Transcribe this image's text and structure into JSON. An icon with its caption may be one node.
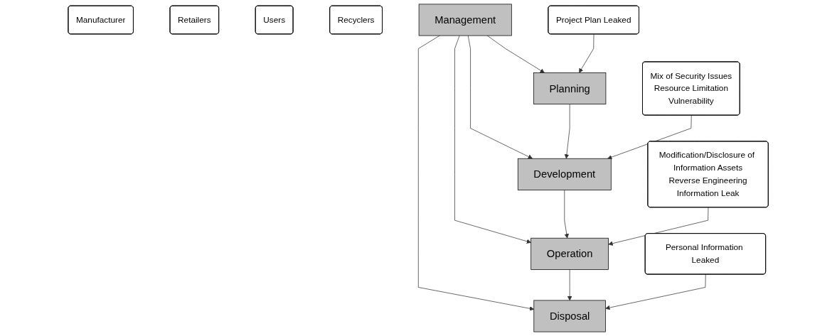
{
  "diagram": {
    "nodes": [
      {
        "text": [
          "Manufacturer"
        ]
      },
      {
        "text": [
          "Retailers"
        ]
      },
      {
        "text": [
          "Users"
        ]
      },
      {
        "text": [
          "Recyclers"
        ]
      },
      {
        "text": [
          "Management"
        ]
      },
      {
        "text": [
          "Planning"
        ]
      },
      {
        "text": [
          "Development"
        ]
      },
      {
        "text": [
          "Operation"
        ]
      },
      {
        "text": [
          "Disposal"
        ]
      },
      {
        "text": [
          "Project Plan Leaked"
        ]
      },
      {
        "text": [
          "Mix of Security Issues",
          "Resource Limitation",
          "Vulnerability"
        ]
      },
      {
        "text": [
          "Modification/Disclosure of Information Assets",
          "Reverse Engineering",
          "Information Leak"
        ]
      },
      {
        "text": [
          "Personal Information Leaked"
        ]
      }
    ],
    "edges": [
      {
        "from": 4,
        "to": 5,
        "arrow": "to"
      },
      {
        "from": 4,
        "to": 6,
        "arrow": "to"
      },
      {
        "from": 4,
        "to": 7,
        "arrow": "to"
      },
      {
        "from": 4,
        "to": 8,
        "arrow": "to"
      },
      {
        "from": 5,
        "to": 6,
        "arrow": "to"
      },
      {
        "from": 6,
        "to": 7,
        "arrow": "to"
      },
      {
        "from": 7,
        "to": 8,
        "arrow": "to"
      },
      {
        "from": 9,
        "to": 5,
        "arrow": "to"
      },
      {
        "from": 10,
        "to": 6,
        "arrow": "to"
      },
      {
        "from": 11,
        "to": 7,
        "arrow": "to"
      },
      {
        "from": 12,
        "to": 8,
        "arrow": "to"
      }
    ]
  }
}
